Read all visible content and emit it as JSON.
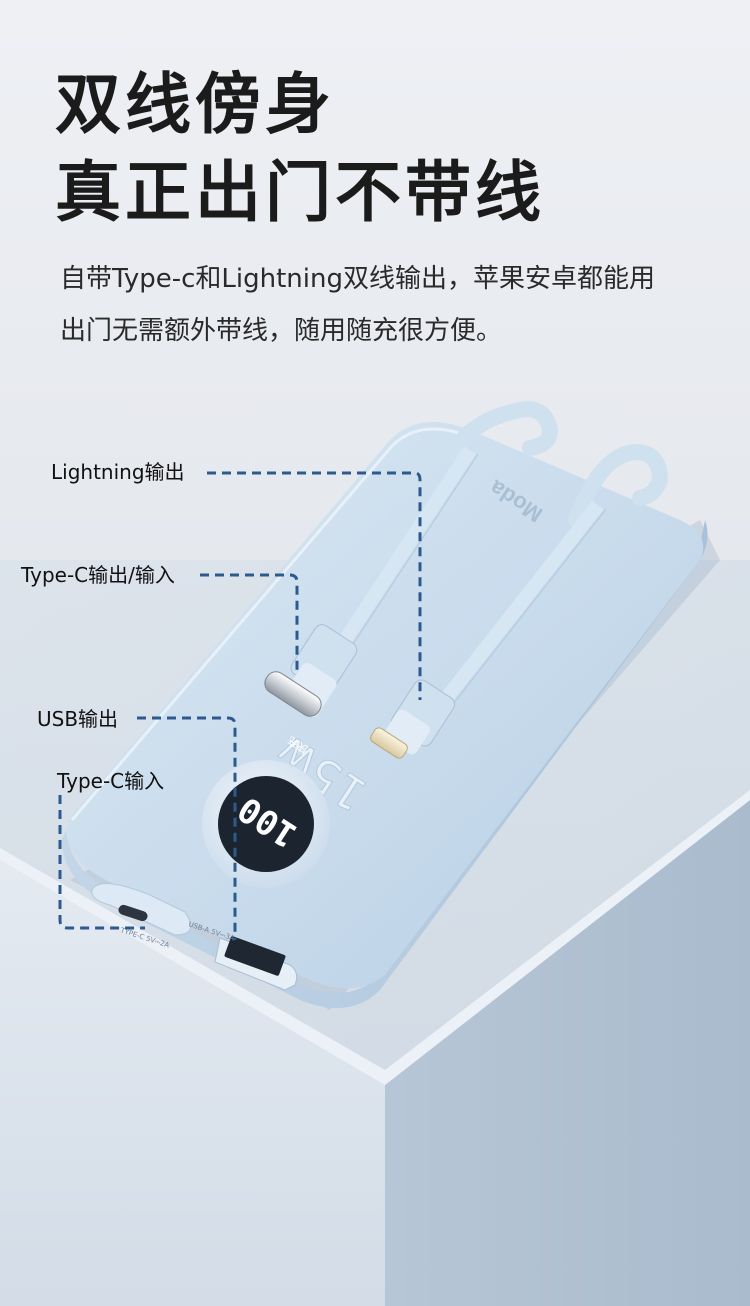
{
  "headline": {
    "line1": "双线傍身",
    "line2": "真正出门不带线"
  },
  "description": {
    "line1": "自带Type-c和Lightning双线输出，苹果安卓都能用",
    "line2": "出门无需额外带线，随用随充很方便。"
  },
  "callouts": {
    "lightning": "Lightning输出",
    "typec_io": "Type-C输出/输入",
    "usb": "USB输出",
    "typec_in": "Type-C输入"
  },
  "product": {
    "brand": "Moda",
    "wattage": "15w",
    "wattage_tag": "快充",
    "display_value": "100",
    "port_labels": {
      "typec": "TYPE-C 5V⎓2A",
      "usba": "USB-A 5V⎓3A"
    }
  },
  "colors": {
    "accent_dashed": "#2d5a8e",
    "device_body": "#c9dcec",
    "background": "#e6e9ee"
  }
}
